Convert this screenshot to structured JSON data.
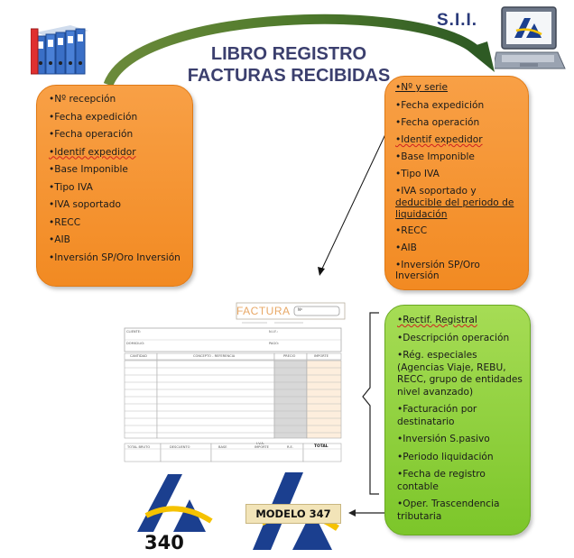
{
  "title": {
    "line1": "LIBRO REGISTRO",
    "line2": "FACTURAS RECIBIDAS"
  },
  "sii_label": "S.I.I.",
  "left_box": {
    "items": [
      "•Nº  recepción",
      "•Fecha expedición",
      "•Fecha operación",
      "•Identif expedidor",
      "•Base Imponible",
      "•Tipo IVA",
      "•IVA soportado",
      "•RECC",
      "•AIB",
      "•Inversión SP/Oro Inversión"
    ]
  },
  "right_box": {
    "item1": "•Nº  y serie",
    "item2": "•Fecha expedición",
    "item3": "•Fecha operación",
    "item4": "•Identif expedidor",
    "item5": "•Base Imponible",
    "item6": "•Tipo IVA",
    "item7_a": "•IVA soportado y",
    "item7_b": "deducible del periodo de liquidación",
    "item8": "•RECC",
    "item9": "•AIB",
    "item10": "•Inversión SP/Oro Inversión"
  },
  "green_box": {
    "items": [
      "•Rectif. Registral",
      "•Descripción operación",
      "•Rég. especiales (Agencias Viaje, REBU, RECC, grupo de entidades nivel avanzado)",
      "•Facturación por destinatario",
      "•Inversión S.pasivo",
      "•Periodo liquidación",
      "•Fecha de registro contable",
      "•Oper. Trascendencia tributaria"
    ]
  },
  "factura": {
    "title": "FACTURA",
    "no": "Nº",
    "cliente": "CLIENTE:",
    "nif": "N.I.F.:",
    "domicilio": "DOMICILIO:",
    "pago": "PAGO:",
    "cols": [
      "CANTIDAD",
      "CONCEPTO - REFERENCIA",
      "PRECIO",
      "IMPORTE"
    ],
    "total_bruto": "TOTAL BRUTO",
    "descuento": "DESCUENTO",
    "base": "BASE",
    "iva": "I.V.A.",
    "importe": "IMPORTE",
    "re": "R.E.",
    "total": "TOTAL"
  },
  "logos": {
    "modelo347": "MODELO 347",
    "n340": "340",
    "colors": {
      "aeat_blue": "#1b3f8f",
      "aeat_yellow": "#f5c200",
      "modelo_bg": "#f2e4b8"
    }
  },
  "colors": {
    "orange": "#f59535",
    "green": "#8ed13a",
    "arc": "#4a6a2a",
    "title": "#3b3f6e"
  }
}
